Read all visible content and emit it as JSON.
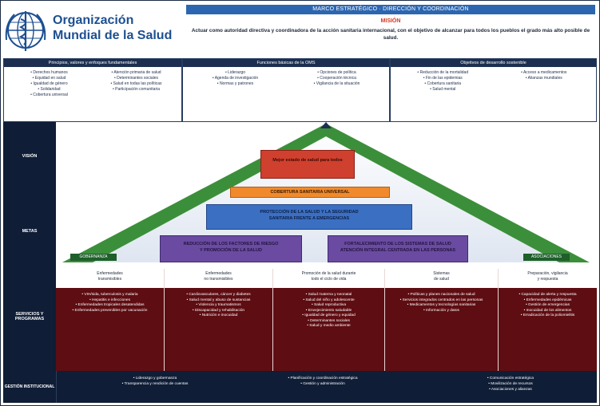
{
  "header": {
    "org_line1": "Organización",
    "org_line2": "Mundial de la Salud",
    "band_text": "MARCO ESTRATÉGICO · DIRECCIÓN Y COORDINACIÓN",
    "mision_label": "MISIÓN",
    "mision_text": "Actuar como autoridad directiva y coordinadora de la acción sanitaria internacional, con el objetivo de alcanzar para todos los pueblos el grado más alto posible de salud."
  },
  "info_columns": [
    {
      "title": "Principios, valores y enfoques fundamentales",
      "left": [
        "Derechos humanos",
        "Equidad en salud",
        "Igualdad de género",
        "Solidaridad",
        "Cobertura universal"
      ],
      "right": [
        "Atención primaria de salud",
        "Determinantes sociales",
        "Salud en todas las políticas",
        "Participación comunitaria"
      ]
    },
    {
      "title": "Funciones básicas de la OMS",
      "left": [
        "Liderazgo",
        "Agenda de investigación",
        "Normas y patrones"
      ],
      "right": [
        "Opciones de política",
        "Cooperación técnica",
        "Vigilancia de la situación"
      ]
    },
    {
      "title": "Objetivos de desarrollo sostenible",
      "left": [
        "Reducción de la mortalidad",
        "Fin de las epidemias",
        "Cobertura sanitaria",
        "Salud mental"
      ],
      "right": [
        "Acceso a medicamentos",
        "Alianzas mundiales"
      ]
    }
  ],
  "side_labels": {
    "vision": "VISIÓN",
    "metas": "METAS",
    "servicios": "SERVICIOS Y PROGRAMAS",
    "footer": "GESTIÓN INSTITUCIONAL"
  },
  "pyramid": {
    "top": "Mejor estado de salud para todos",
    "orange": "COBERTURA SANITARIA UNIVERSAL",
    "blue_line1": "PROTECCIÓN DE LA SALUD Y LA SEGURIDAD",
    "blue_line2": "SANITARIA FRENTE A EMERGENCIAS",
    "purple_left_line1": "REDUCCIÓN DE LOS FACTORES DE RIESGO",
    "purple_left_line2": "Y PROMOCIÓN DE LA SALUD",
    "purple_right_line1": "FORTALECIMIENTO DE LOS SISTEMAS DE SALUD",
    "purple_right_line2": "ATENCIÓN INTEGRAL CENTRADA EN LAS PERSONAS",
    "corner_left": "GOBERNANZA",
    "corner_right": "ASOCIACIONES"
  },
  "services": [
    {
      "header": [
        "Enfermedades",
        "transmisibles"
      ],
      "items": [
        "VIH/sida, tuberculosis y malaria",
        "Hepatitis e infecciones",
        "Enfermedades tropicales desatendidas",
        "Enfermedades prevenibles por vacunación"
      ]
    },
    {
      "header": [
        "Enfermedades",
        "no transmisibles"
      ],
      "items": [
        "Cardiovasculares, cáncer y diabetes",
        "Salud mental y abuso de sustancias",
        "Violencia y traumatismos",
        "Discapacidad y rehabilitación",
        "Nutrición e inocuidad"
      ]
    },
    {
      "header": [
        "Promoción de la salud durante",
        "todo el ciclo de vida"
      ],
      "items": [
        "Salud materna y neonatal",
        "Salud del niño y adolescente",
        "Salud reproductiva",
        "Envejecimiento saludable",
        "Igualdad de género y equidad",
        "Determinantes sociales",
        "Salud y medio ambiente"
      ]
    },
    {
      "header": [
        "Sistemas",
        "de salud"
      ],
      "items": [
        "Políticas y planes nacionales de salud",
        "Servicios integrados centrados en las personas",
        "Medicamentos y tecnologías sanitarias",
        "Información y datos"
      ]
    },
    {
      "header": [
        "Preparación, vigilancia",
        "y respuesta"
      ],
      "items": [
        "Capacidad de alerta y respuesta",
        "Enfermedades epidémicas",
        "Gestión de emergencias",
        "Inocuidad de los alimentos",
        "Erradicación de la poliomielitis"
      ]
    }
  ],
  "footer": [
    {
      "items": [
        "Liderazgo y gobernanza",
        "Transparencia y rendición de cuentas"
      ]
    },
    {
      "items": [
        "Planificación y coordinación estratégica",
        "Gestión y administración"
      ]
    },
    {
      "items": [
        "Comunicación estratégica",
        "Movilización de recursos",
        "Asociaciones y alianzas"
      ]
    }
  ]
}
